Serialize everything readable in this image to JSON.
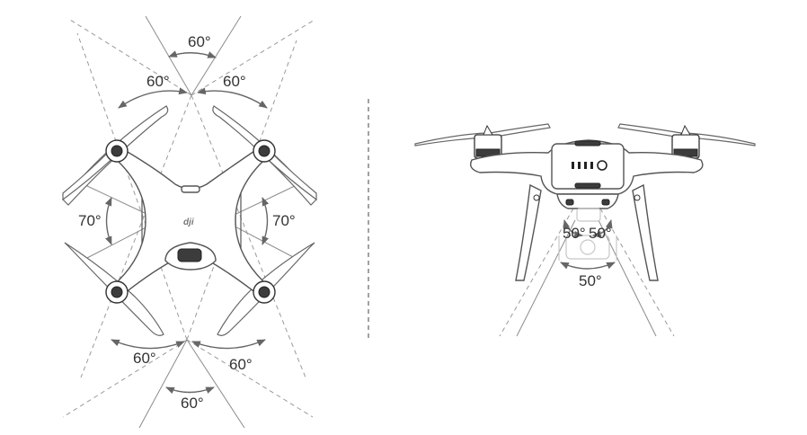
{
  "top_view": {
    "front_angle": "60°",
    "front_left_angle": "60°",
    "front_right_angle": "60°",
    "left_side_angle": "70°",
    "right_side_angle": "70°",
    "rear_left_angle": "60°",
    "rear_right_angle": "60°",
    "rear_angle": "60°"
  },
  "front_view": {
    "down_left_angle": "50°",
    "down_right_angle": "50°",
    "down_bottom_angle": "50°"
  },
  "colors": {
    "line": "#8c8c8c",
    "arrow": "#666666",
    "text": "#333333",
    "dark_part": "#3c3c3c"
  }
}
